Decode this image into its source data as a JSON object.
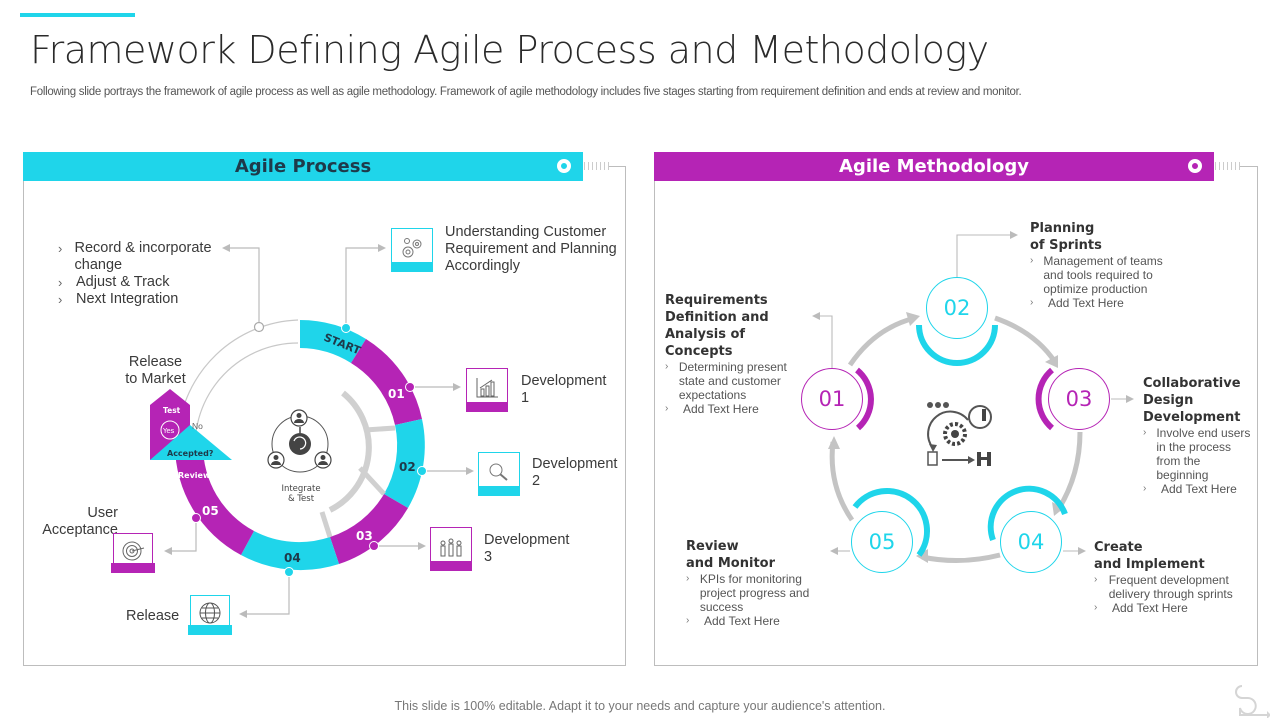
{
  "header": {
    "title": "Framework Defining Agile Process and Methodology",
    "subtitle": "Following slide portrays the framework of agile process as well as agile methodology. Framework of agile methodology includes five stages starting from requirement definition and ends at review and monitor."
  },
  "colors": {
    "cyan": "#1fd5ea",
    "magenta": "#b524b5",
    "gray": "#c8c8c8",
    "text": "#333333"
  },
  "agile_process": {
    "title": "Agile Process",
    "feedback_items": [
      "Record & incorporate change",
      "Adjust & Track",
      "Next Integration"
    ],
    "start_label": "START",
    "understanding": "Understanding Customer Requirement and Planning Accordingly",
    "segments": [
      "01",
      "02",
      "03",
      "04",
      "05"
    ],
    "dev1": {
      "line1": "Development",
      "line2": "1"
    },
    "dev2": {
      "line1": "Development",
      "line2": "2"
    },
    "dev3": {
      "line1": "Development",
      "line2": "3"
    },
    "release_to_market": {
      "line1": "Release",
      "line2": "to Market"
    },
    "test_label": "Test",
    "yes_label": "Yes",
    "no_label": "No",
    "accepted_label": "Accepted?",
    "review_label": "Review",
    "center": {
      "line1": "Integrate",
      "line2": "& Test"
    },
    "user_acceptance": {
      "line1": "User",
      "line2": "Acceptance"
    },
    "release": "Release"
  },
  "agile_methodology": {
    "title": "Agile Methodology",
    "stages": [
      {
        "num": "01",
        "title_lines": [
          "Requirements",
          "Definition and",
          "Analysis of Concepts"
        ],
        "bullets": [
          "Determining present state and customer expectations",
          "Add Text Here"
        ]
      },
      {
        "num": "02",
        "title_lines": [
          "Planning",
          "of Sprints"
        ],
        "bullets": [
          "Management of teams and tools required to optimize production",
          "Add Text Here"
        ]
      },
      {
        "num": "03",
        "title_lines": [
          "Collaborative",
          "Design",
          "Development"
        ],
        "bullets": [
          "Involve end users in the process from the beginning",
          "Add Text Here"
        ]
      },
      {
        "num": "04",
        "title_lines": [
          "Create",
          "and Implement"
        ],
        "bullets": [
          "Frequent development delivery through sprints",
          "Add Text Here"
        ]
      },
      {
        "num": "05",
        "title_lines": [
          "Review",
          "and Monitor"
        ],
        "bullets": [
          "KPIs for monitoring project progress and success",
          "Add Text Here"
        ]
      }
    ]
  },
  "footer": {
    "text": "This slide is 100% editable. Adapt it to your needs and capture your audience's attention."
  }
}
